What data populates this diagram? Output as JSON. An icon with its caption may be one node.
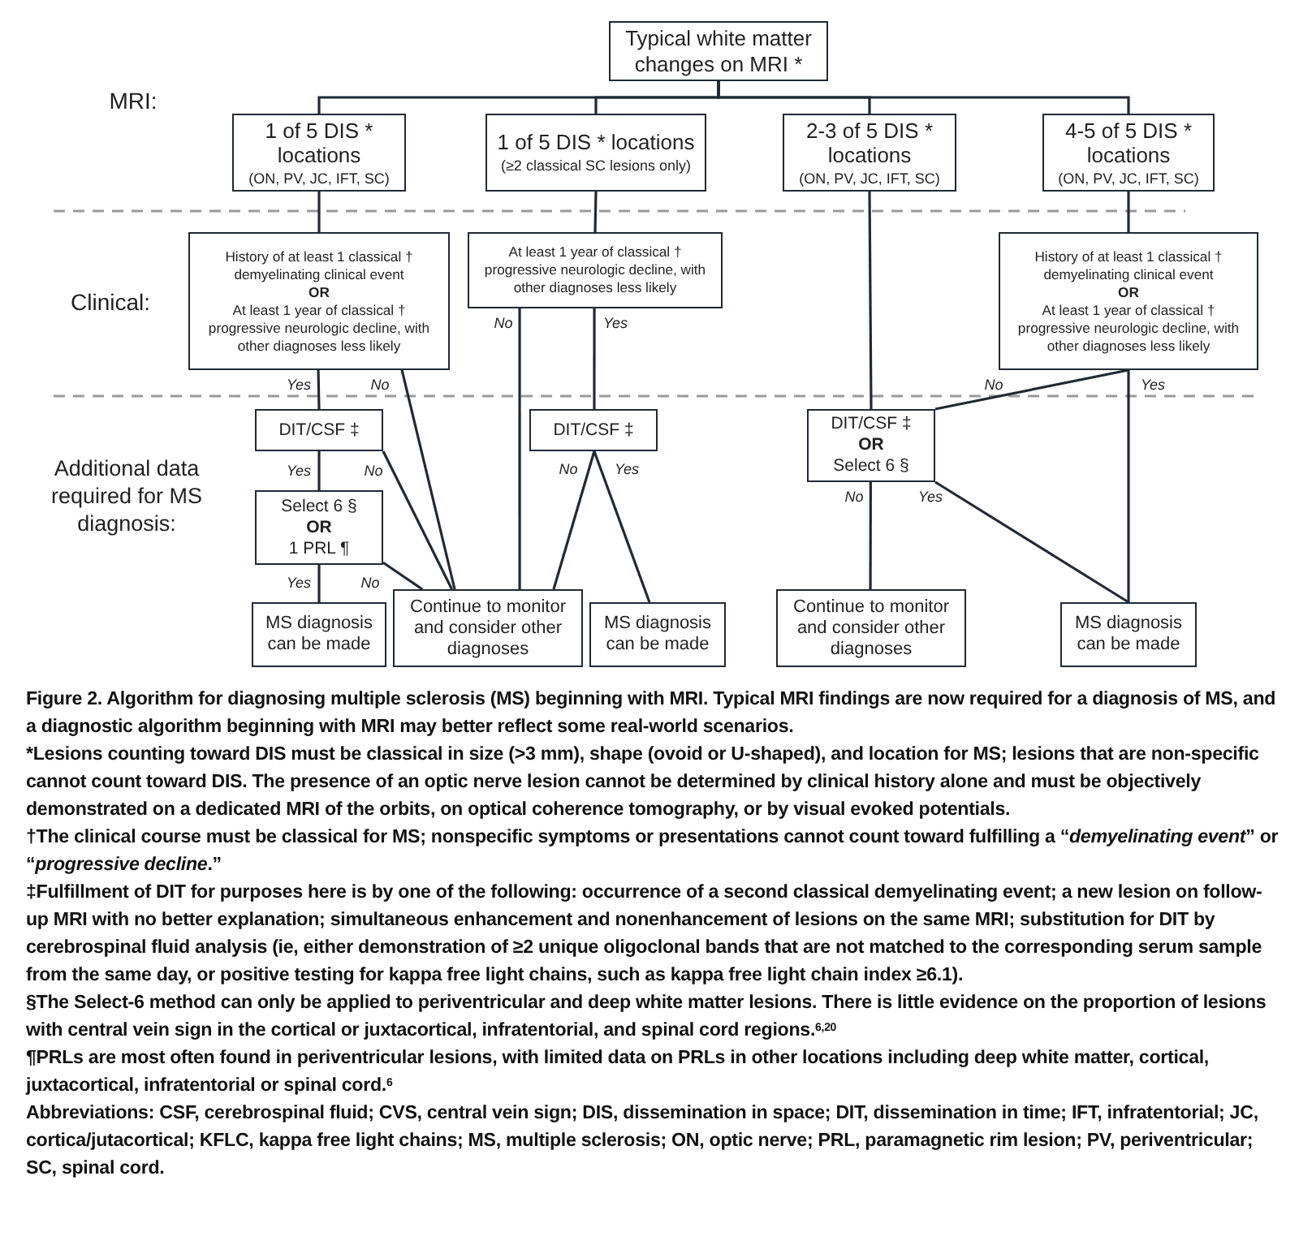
{
  "diagram": {
    "caption": "Figure 2. Algorithm for diagnosing multiple sclerosis (MS) beginning with MRI. Typical MRI findings are now required for a diagnosis of MS, and a diagnostic algorithm beginning with MRI may better reflect some real-world scenarios.",
    "nodes": [
      {
        "text": [
          "Typical white matter changes on MRI *"
        ]
      },
      {
        "text": [
          "1 of 5 DIS * locations",
          "(ON, PV, JC, IFT, SC)"
        ]
      },
      {
        "text": [
          "1 of 5 DIS * locations",
          "(≥2 classical SC lesions only)"
        ]
      },
      {
        "text": [
          "2-3 of 5 DIS * locations",
          "(ON, PV, JC, IFT, SC)"
        ]
      },
      {
        "text": [
          "4-5 of 5 DIS * locations",
          "(ON, PV, JC, IFT, SC)"
        ]
      },
      {
        "text": [
          "History of at least 1 classical † demyelinating clinical event",
          "OR",
          "At least 1 year of classical † progressive neurologic decline, with other diagnoses less likely"
        ]
      },
      {
        "text": [
          "At least 1 year of classical † progressive neurologic decline, with other diagnoses less likely"
        ]
      },
      {
        "text": [
          "History of at least 1 classical † demyelinating clinical event",
          "OR",
          "At least 1 year of classical † progressive neurologic decline, with other diagnoses less likely"
        ]
      },
      {
        "text": [
          "DIT/CSF ‡"
        ]
      },
      {
        "text": [
          "DIT/CSF ‡"
        ]
      },
      {
        "text": [
          "DIT/CSF ‡",
          "OR",
          "Select 6 §"
        ]
      },
      {
        "text": [
          "Select 6 §",
          "OR",
          "1 PRL ¶"
        ]
      },
      {
        "text": [
          "MS diagnosis can be made"
        ]
      },
      {
        "text": [
          "Continue to monitor and consider other diagnoses"
        ]
      },
      {
        "text": [
          "MS diagnosis can be made"
        ]
      },
      {
        "text": [
          "Continue to monitor and consider other diagnoses"
        ]
      },
      {
        "text": [
          "MS diagnosis can be made"
        ]
      }
    ],
    "edges": [
      {
        "from": 0,
        "to": 1,
        "arrow": "none"
      },
      {
        "from": 0,
        "to": 2,
        "arrow": "none"
      },
      {
        "from": 0,
        "to": 3,
        "arrow": "none"
      },
      {
        "from": 0,
        "to": 4,
        "arrow": "none"
      },
      {
        "from": 1,
        "to": 5,
        "arrow": "none"
      },
      {
        "from": 2,
        "to": 6,
        "arrow": "none"
      },
      {
        "from": 3,
        "to": 10,
        "arrow": "none"
      },
      {
        "from": 4,
        "to": 7,
        "arrow": "none"
      },
      {
        "from": 5,
        "to": 8,
        "arrow": "none",
        "label": "Yes"
      },
      {
        "from": 5,
        "to": 13,
        "arrow": "none",
        "label": "No"
      },
      {
        "from": 6,
        "to": 13,
        "arrow": "none",
        "label": "No"
      },
      {
        "from": 6,
        "to": 9,
        "arrow": "none",
        "label": "Yes"
      },
      {
        "from": 7,
        "to": 10,
        "arrow": "none",
        "label": "No"
      },
      {
        "from": 7,
        "to": 16,
        "arrow": "none",
        "label": "Yes"
      },
      {
        "from": 8,
        "to": 11,
        "arrow": "none",
        "label": "Yes"
      },
      {
        "from": 8,
        "to": 13,
        "arrow": "none",
        "label": "No"
      },
      {
        "from": 9,
        "to": 13,
        "arrow": "none",
        "label": "No"
      },
      {
        "from": 9,
        "to": 14,
        "arrow": "none",
        "label": "Yes"
      },
      {
        "from": 10,
        "to": 15,
        "arrow": "none",
        "label": "No"
      },
      {
        "from": 10,
        "to": 16,
        "arrow": "none",
        "label": "Yes"
      },
      {
        "from": 11,
        "to": 12,
        "arrow": "none",
        "label": "Yes"
      },
      {
        "from": 11,
        "to": 13,
        "arrow": "none",
        "label": "No"
      }
    ],
    "labels": [
      "MRI:",
      "Clinical:",
      "Additional data required for MS diagnosis:",
      "*Lesions counting toward DIS must be classical in size (>3 mm), shape (ovoid or U-shaped), and location for MS; lesions that are non-specific cannot count toward DIS. The presence of an optic nerve lesion cannot be determined by clinical history alone and must be objectively demonstrated on a dedicated MRI of the orbits, on optical coherence tomography, or by visual evoked potentials.",
      "†The clinical course must be classical for MS; nonspecific symptoms or presentations cannot count toward fulfilling a “*demyelinating event*” or “*progressive decline*.”",
      "‡Fulfillment of DIT for purposes here is by one of the following: occurrence of a second classical demyelinating event; a new lesion on follow-up MRI with no better explanation; simultaneous enhancement and nonenhancement of lesions on the same MRI; substitution for DIT by cerebrospinal fluid analysis (ie, either demonstration of ≥2 unique oligoclonal bands that are not matched to the corresponding serum sample from the same day, or positive testing for kappa free light chains, such as kappa free light chain index ≥6.1).",
      "§The Select-6 method can only be applied to periventricular and deep white matter lesions. There is little evidence on the proportion of lesions with central vein sign in the cortical or juxtacortical, infratentorial, and spinal cord regions.$^{6,20}$",
      "¶PRLs are most often found in periventricular lesions, with limited data on PRLs in other locations including deep white matter, cortical, juxtacortical, infratentorial or spinal cord.$^{6}$",
      "Abbreviations: CSF, cerebrospinal fluid; CVS, central vein sign; DIS, dissemination in space; DIT, dissemination in time; IFT, infratentorial; JC, cortica/jutacortical; KFLC, kappa free light chains; MS, multiple sclerosis; ON, optic nerve; PRL, paramagnetic rim lesion; PV, periventricular; SC, spinal cord."
    ]
  }
}
